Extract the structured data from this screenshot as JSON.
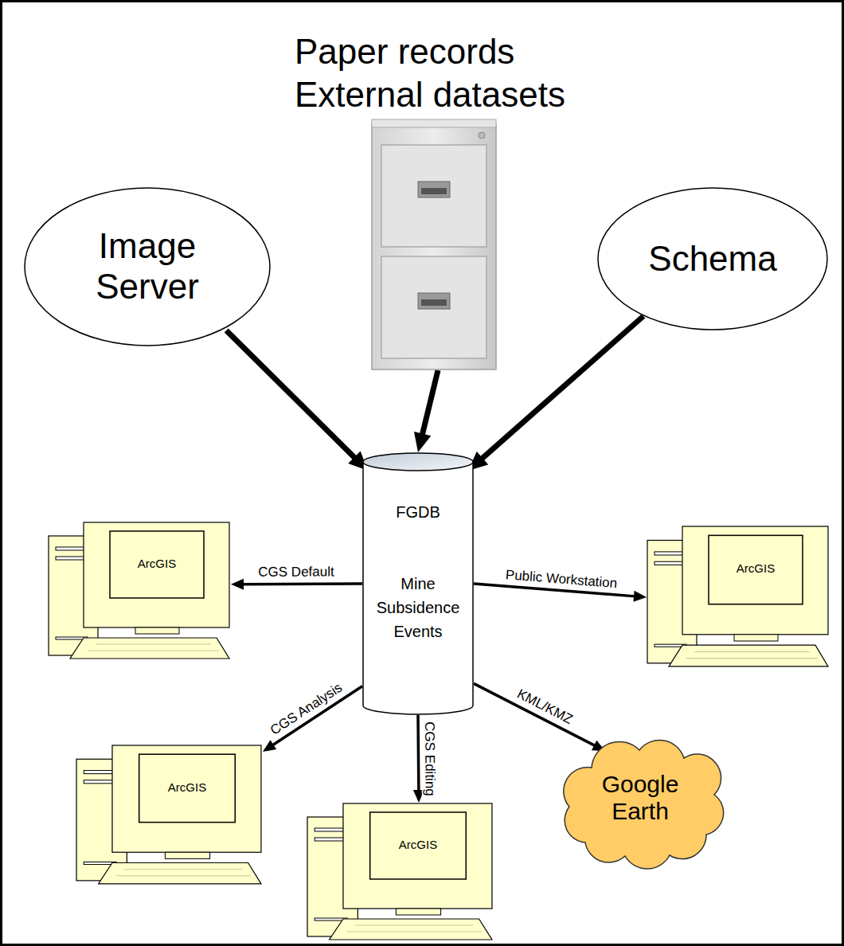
{
  "diagram": {
    "nodes": [
      {
        "text": [
          "Paper records",
          "External datasets"
        ]
      },
      {
        "text": [
          "Image Server"
        ]
      },
      {
        "text": [
          "Schema"
        ]
      },
      {
        "text": [
          "FGDB",
          "Mine Subsidence Events"
        ]
      },
      {
        "text": [
          "ArcGIS"
        ]
      },
      {
        "text": [
          "ArcGIS"
        ]
      },
      {
        "text": [
          "ArcGIS"
        ]
      },
      {
        "text": [
          "ArcGIS"
        ]
      },
      {
        "text": [
          "Google Earth"
        ]
      }
    ],
    "edges": [
      {
        "from": 1,
        "to": 3,
        "arrow": "to"
      },
      {
        "from": 0,
        "to": 3,
        "arrow": "to"
      },
      {
        "from": 2,
        "to": 3,
        "arrow": "to"
      },
      {
        "from": 3,
        "to": 4,
        "label": "CGS Default",
        "arrow": "to"
      },
      {
        "from": 3,
        "to": 5,
        "label": "Public Workstation",
        "arrow": "to"
      },
      {
        "from": 3,
        "to": 6,
        "label": "CGS Analysis",
        "arrow": "to"
      },
      {
        "from": 3,
        "to": 7,
        "label": "CGS Editing",
        "arrow": "to"
      },
      {
        "from": 3,
        "to": 8,
        "label": "KML/KMZ",
        "arrow": "to"
      }
    ]
  }
}
